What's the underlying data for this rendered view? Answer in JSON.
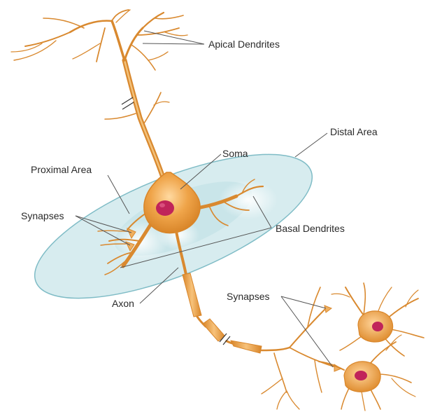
{
  "labels": {
    "apical_dendrites": "Apical Dendrites",
    "distal_area": "Distal Area",
    "soma": "Soma",
    "proximal_area": "Proximal Area",
    "synapses_left": "Synapses",
    "basal_dendrites": "Basal Dendrites",
    "axon": "Axon",
    "synapses_right": "Synapses"
  },
  "colors": {
    "neuron_fill": "#eea24a",
    "neuron_outline": "#d9892f",
    "nucleus": "#c0245a",
    "disc_fill": "#d7ecef",
    "disc_outline": "#7fbcc6",
    "leader_line": "#555555",
    "text": "#2a2a2a"
  }
}
